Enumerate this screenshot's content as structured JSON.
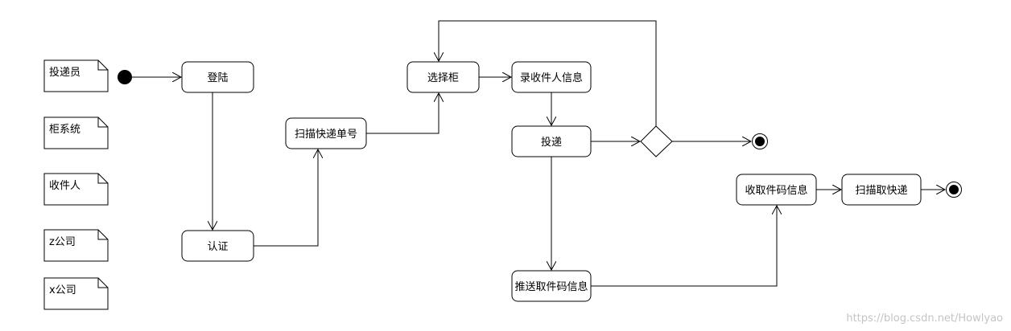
{
  "notes": [
    "投递员",
    "柜系统",
    "收件人",
    "z公司",
    "x公司"
  ],
  "activities": {
    "login": "登陆",
    "auth": "认证",
    "scan_tracking": "扫描快递单号",
    "choose_cabinet": "选择柜",
    "record_recipient": "录收件人信息",
    "deliver": "投递",
    "push_pickup_code": "推送取件码信息",
    "receive_pickup_code": "收取件码信息",
    "scan_pickup": "扫描取快递"
  },
  "watermark": "https://blog.csdn.net/Howlyao"
}
